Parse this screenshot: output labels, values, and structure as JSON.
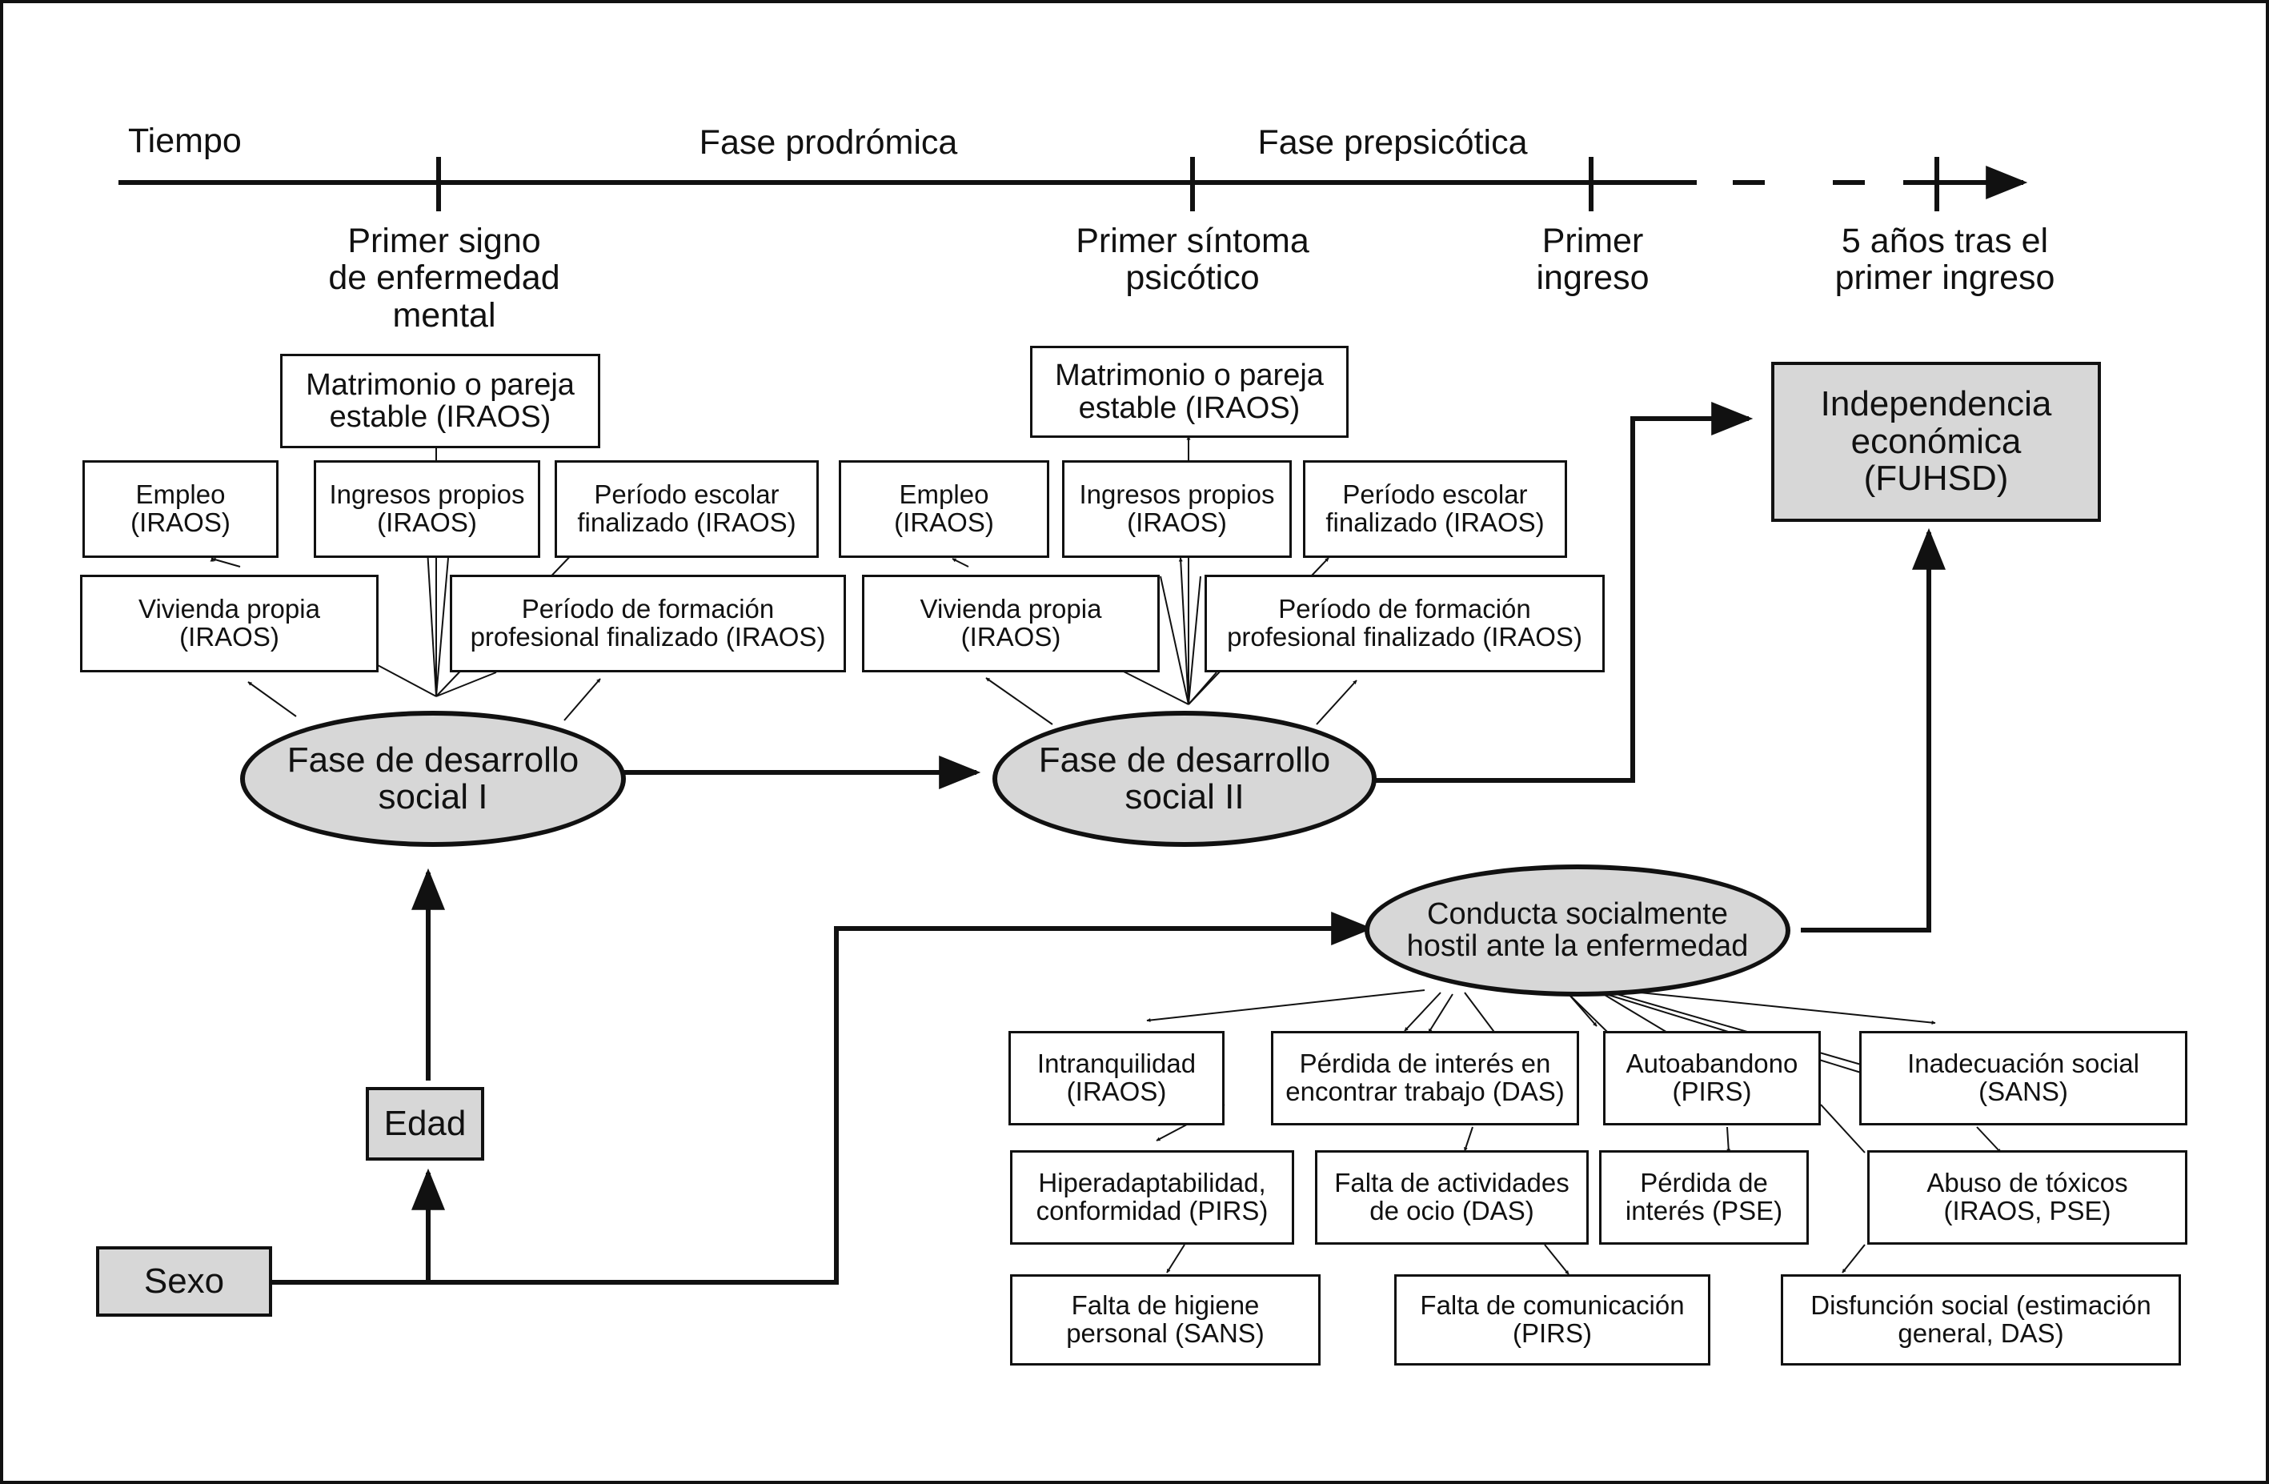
{
  "timeline": {
    "start_label": "Tiempo",
    "phase_1": "Fase prodrómica",
    "phase_2": "Fase prepsicótica",
    "milestones": [
      {
        "lines": [
          "Primer signo",
          "de enfermedad",
          "mental"
        ]
      },
      {
        "lines": [
          "Primer síntoma",
          "psicótico"
        ]
      },
      {
        "lines": [
          "Primer",
          "ingreso"
        ]
      },
      {
        "lines": [
          "5 años tras el",
          "primer ingreso"
        ]
      }
    ]
  },
  "social_phase_1": {
    "lines": [
      "Fase de desarrollo",
      "social I"
    ],
    "indicators": {
      "marriage": [
        "Matrimonio o pareja",
        "estable (IRAOS)"
      ],
      "employment": [
        "Empleo",
        "(IRAOS)"
      ],
      "income": [
        "Ingresos propios",
        "(IRAOS)"
      ],
      "schooling": [
        "Período escolar",
        "finalizado (IRAOS)"
      ],
      "housing": [
        "Vivienda propia",
        "(IRAOS)"
      ],
      "training": [
        "Período de formación",
        "profesional finalizado (IRAOS)"
      ]
    }
  },
  "social_phase_2": {
    "lines": [
      "Fase de desarrollo",
      "social II"
    ],
    "indicators": {
      "marriage": [
        "Matrimonio o pareja",
        "estable (IRAOS)"
      ],
      "employment": [
        "Empleo",
        "(IRAOS)"
      ],
      "income": [
        "Ingresos propios",
        "(IRAOS)"
      ],
      "schooling": [
        "Período escolar",
        "finalizado (IRAOS)"
      ],
      "housing": [
        "Vivienda propia",
        "(IRAOS)"
      ],
      "training": [
        "Período de formación",
        "profesional finalizado (IRAOS)"
      ]
    }
  },
  "outcome": [
    "Independencia",
    "económica",
    "(FUHSD)"
  ],
  "hostile_behavior": {
    "lines": [
      "Conducta socialmente",
      "hostil ante la enfermedad"
    ],
    "indicators": {
      "restlessness": [
        "Intranquilidad",
        "(IRAOS)"
      ],
      "job_interest": [
        "Pérdida de interés en",
        "encontrar trabajo (DAS)"
      ],
      "self_neglect": [
        "Autoabandono",
        "(PIRS)"
      ],
      "social_inadequacy": [
        "Inadecuación social",
        "(SANS)"
      ],
      "hyperadaptability": [
        "Hiperadaptabilidad,",
        "conformidad (PIRS)"
      ],
      "leisure": [
        "Falta de actividades",
        "de ocio (DAS)"
      ],
      "interest_loss": [
        "Pérdida de",
        "interés (PSE)"
      ],
      "substance_abuse": [
        "Abuso de tóxicos",
        "(IRAOS, PSE)"
      ],
      "hygiene": [
        "Falta de higiene",
        "personal (SANS)"
      ],
      "communication": [
        "Falta de comunicación",
        "(PIRS)"
      ],
      "social_dysfunction": [
        "Disfunción social (estimación",
        "general, DAS)"
      ]
    }
  },
  "age": "Edad",
  "sex": "Sexo"
}
